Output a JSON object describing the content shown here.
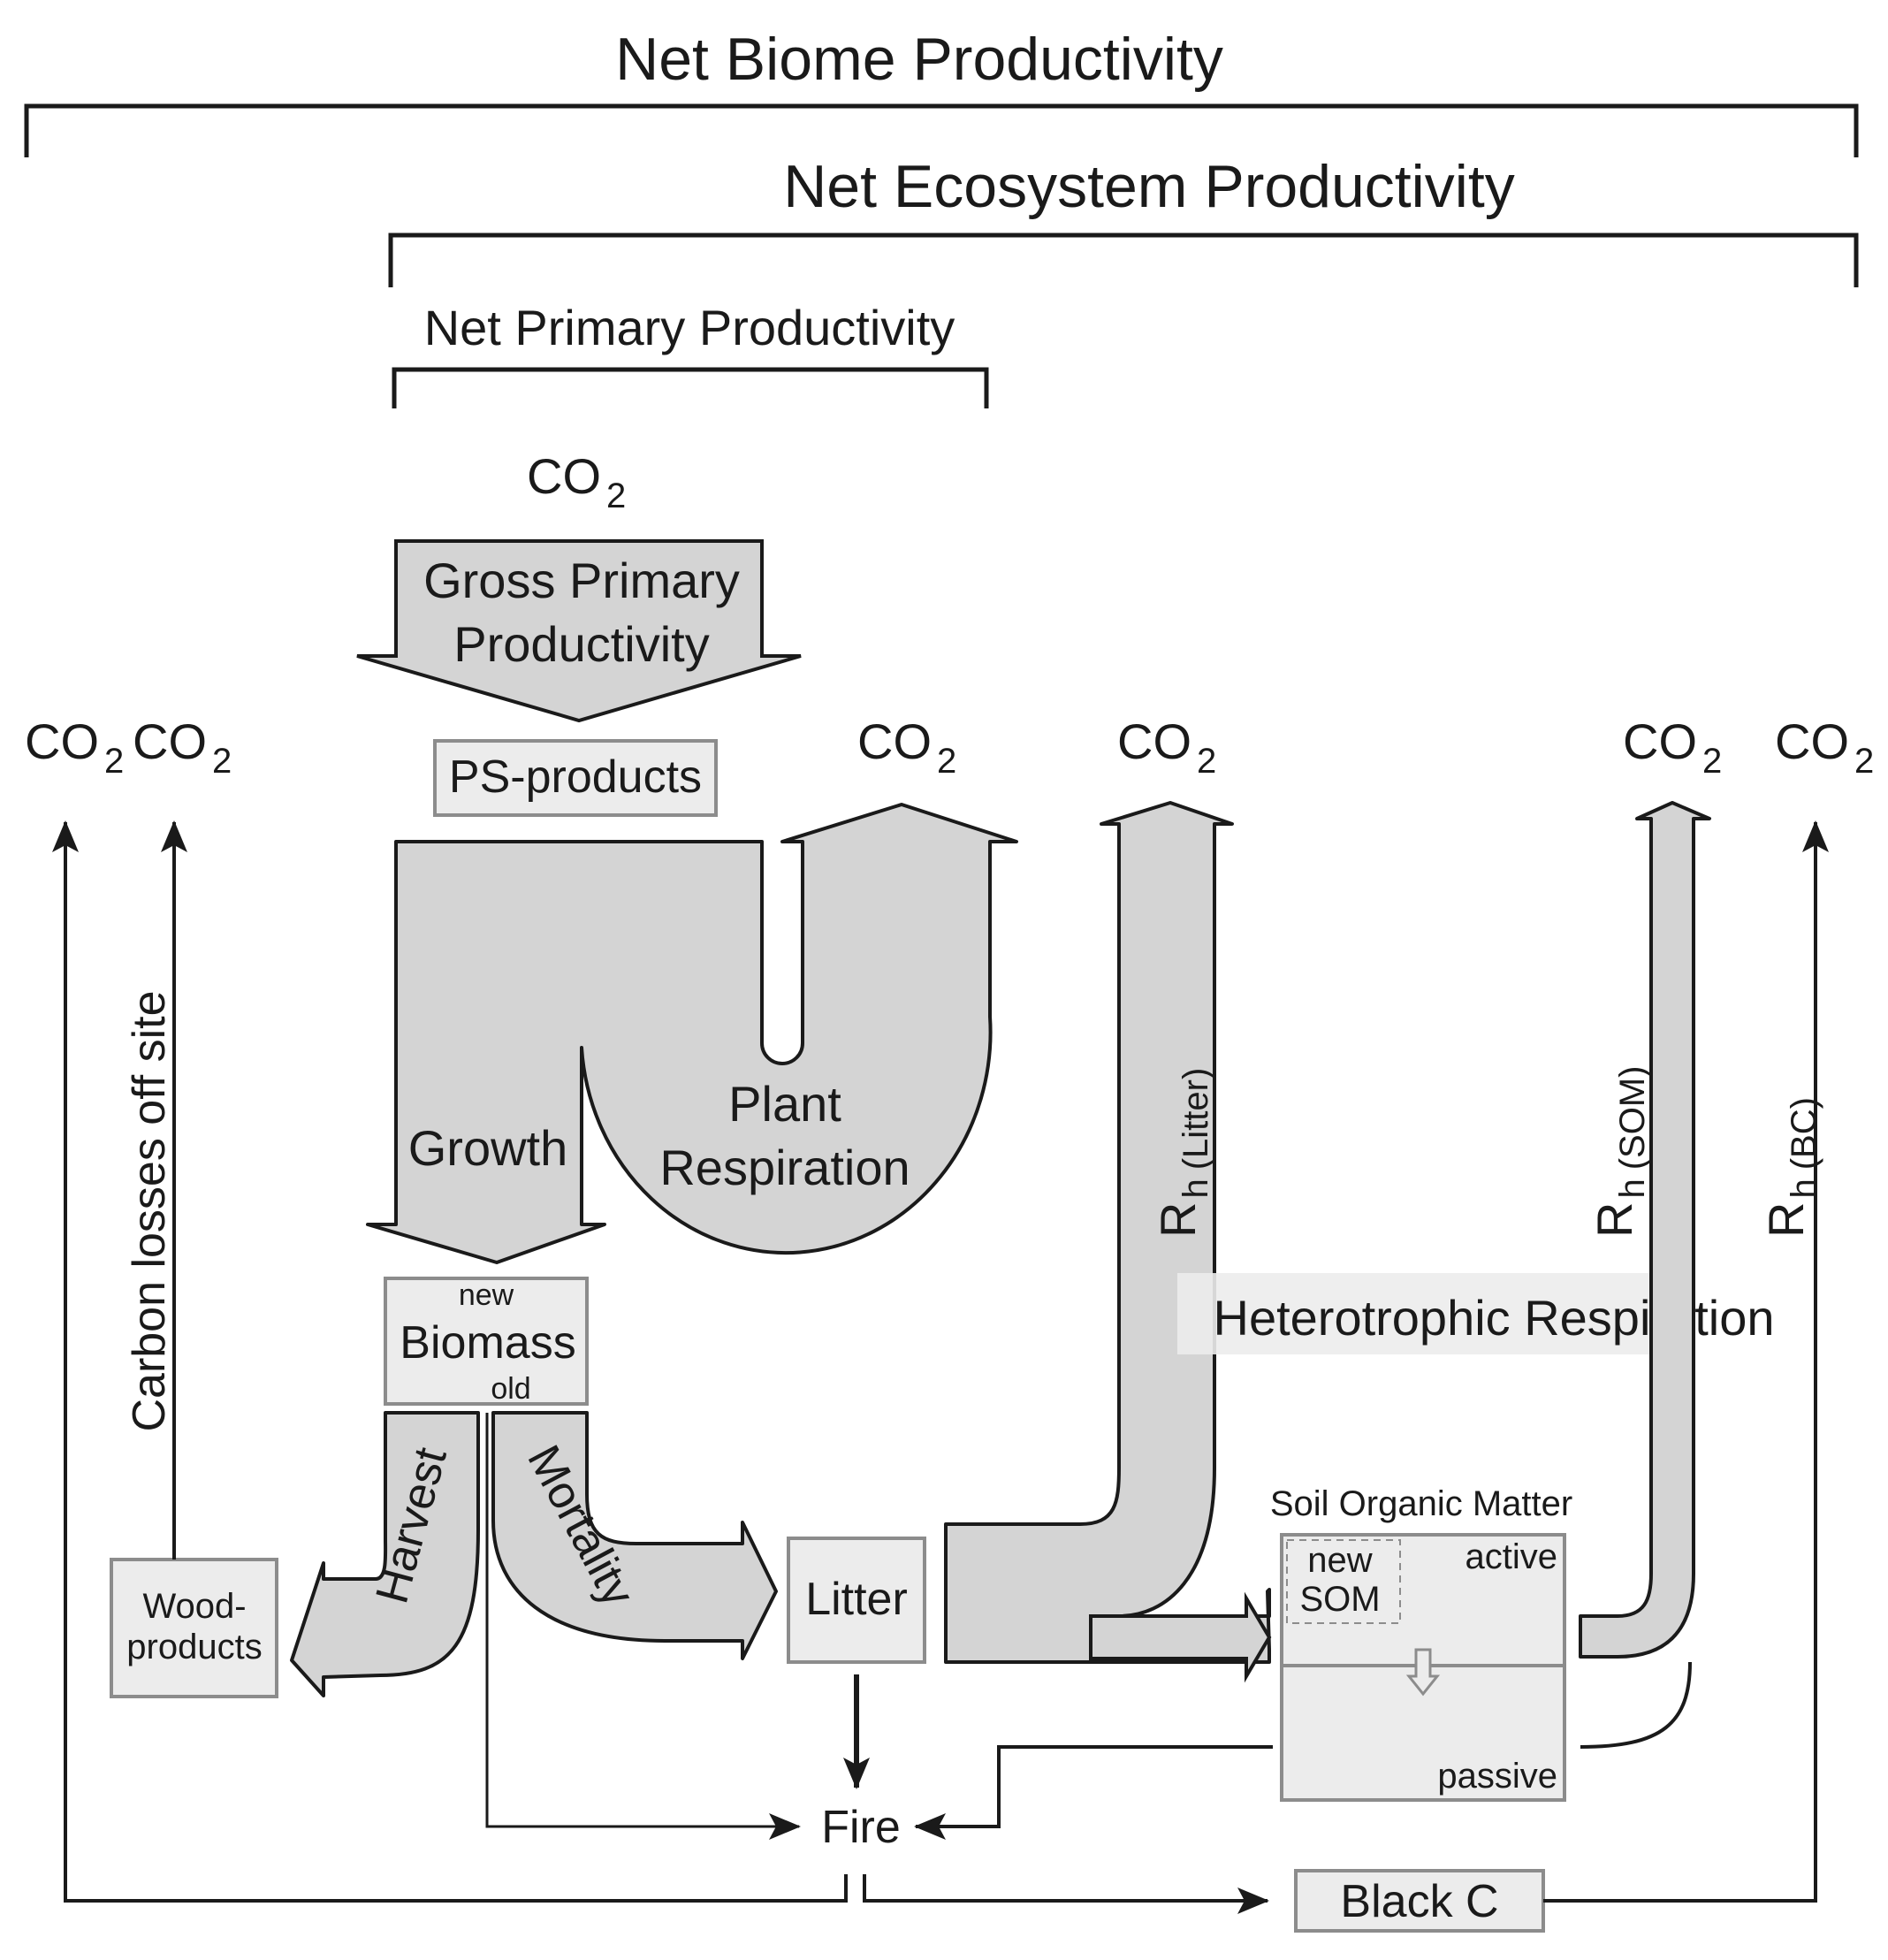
{
  "brackets": {
    "nbp": "Net Biome Productivity",
    "nep": "Net Ecosystem Productivity",
    "npp": "Net Primary Productivity"
  },
  "co2": {
    "base": "CO",
    "sub": "2"
  },
  "gpp": {
    "line1": "Gross Primary",
    "line2": "Productivity"
  },
  "ps_products": "PS-products",
  "growth": "Growth",
  "plant_respiration": {
    "line1": "Plant",
    "line2": "Respiration"
  },
  "biomass": {
    "new": "new",
    "label": "Biomass",
    "old": "old"
  },
  "harvest": "Harvest",
  "mortality": "Mortality",
  "wood_products": {
    "line1": "Wood-",
    "line2": "products"
  },
  "litter": "Litter",
  "carbon_losses": "Carbon losses off site",
  "rh": {
    "R": "R",
    "h": "h",
    "litter": "(Litter)",
    "som": "(SOM)",
    "bc": "(BC)"
  },
  "heterotrophic_respiration": "Heterotrophic Respiration",
  "som": {
    "title": "Soil Organic Matter",
    "new_line1": "new",
    "new_line2": "SOM",
    "active": "active",
    "passive": "passive"
  },
  "fire": "Fire",
  "black_c": "Black C",
  "colors": {
    "flow_fill": "#d4d4d4",
    "box_fill": "#ececec",
    "stroke": "#1a1a1a",
    "box_stroke": "#8c8c8c"
  }
}
